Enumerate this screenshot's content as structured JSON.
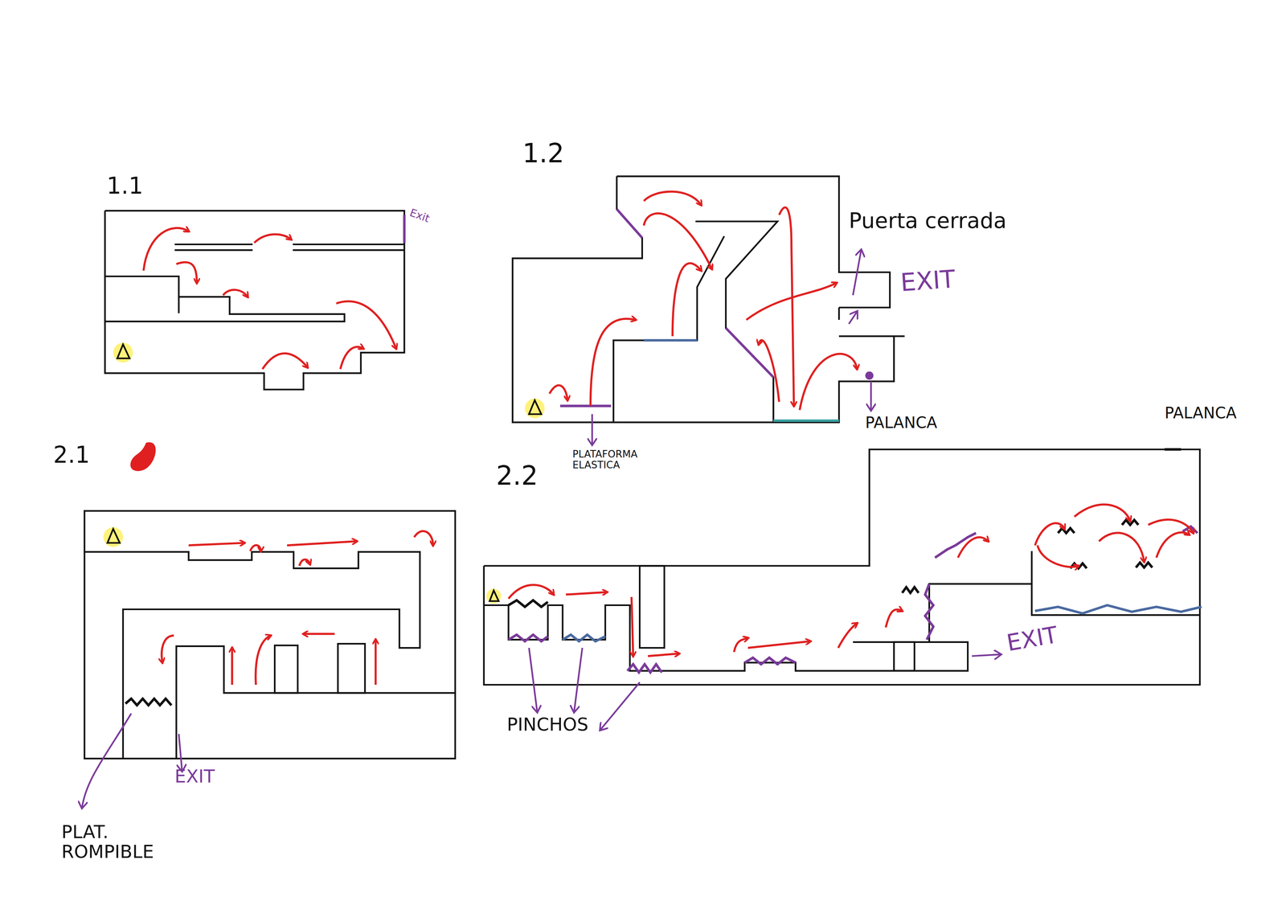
{
  "diagram": {
    "labels": [
      "1.1",
      "Exit",
      "1.2",
      "Puerta cerrada",
      "EXIT",
      "PALANCA",
      "PLATAFORMA ELASTICA",
      "2.1",
      "2.2",
      "PALANCA",
      "PINCHOS",
      "EXIT",
      "EXIT",
      "PLAT. ROMPIBLE"
    ]
  }
}
